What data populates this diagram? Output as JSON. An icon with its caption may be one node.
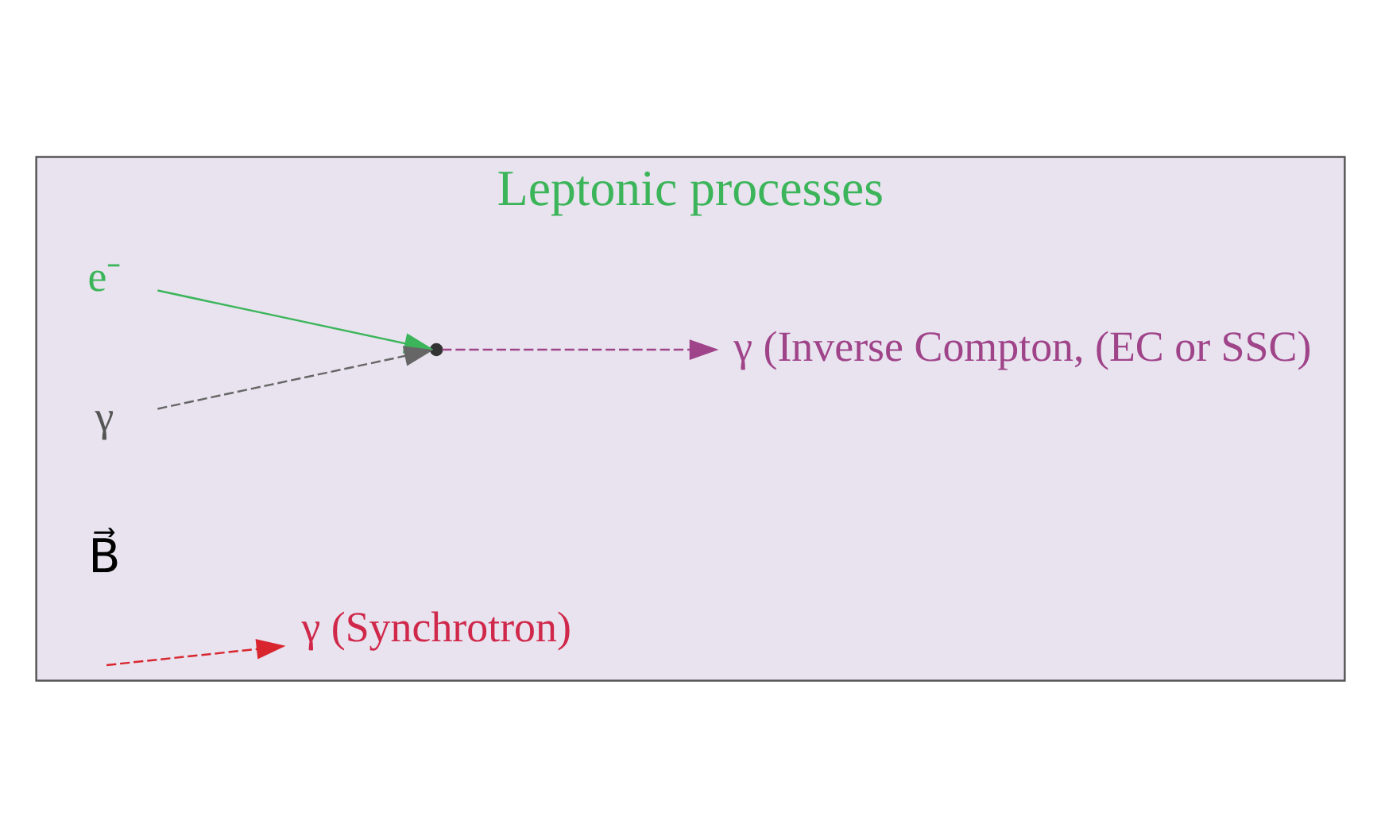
{
  "diagram": {
    "nodes": [
      {
        "text": [
          "Leptonic processes"
        ]
      },
      {
        "text": [
          "γ (Synchrotron)"
        ],
        "in": 0
      },
      {
        "text": [
          "e⁻"
        ],
        "in": 0
      },
      {
        "text": [],
        "shape": "dot",
        "in": 0
      },
      {
        "text": [
          "γ (Inverse Compton, (EC or SSC)"
        ],
        "in": 0
      },
      {
        "text": [
          "γ"
        ],
        "in": 0
      }
    ],
    "edges": [
      {
        "from": 2,
        "to": 3,
        "arrow": "to",
        "color": "#3cb55a"
      },
      {
        "from": null,
        "to": 1,
        "arrow": "to",
        "style": "dashed",
        "color": "#d9262e"
      },
      {
        "from": 5,
        "to": 3,
        "arrow": "to",
        "style": "dashed",
        "color": "#666666"
      },
      {
        "from": 3,
        "to": 4,
        "arrow": "to",
        "style": "dashed",
        "color": "#a0448a"
      }
    ],
    "labels": [
      "B⃗"
    ]
  }
}
